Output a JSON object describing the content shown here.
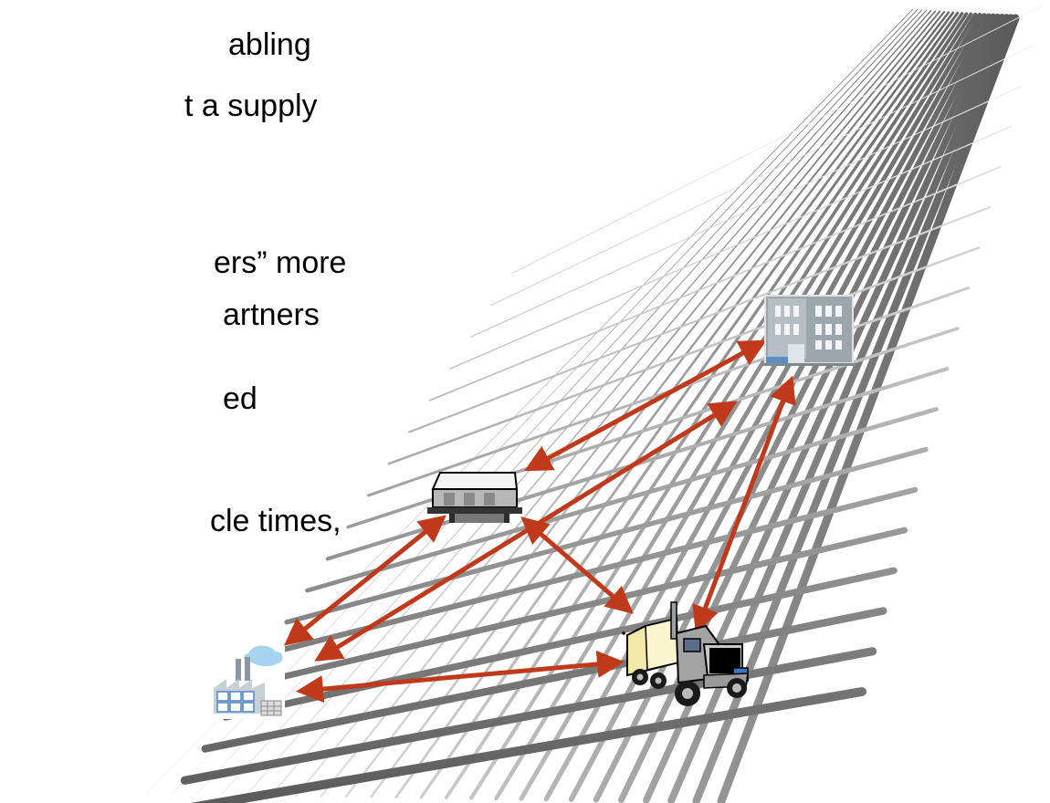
{
  "text_lines": [
    "abling",
    "t a supply",
    "ers” more",
    "artners",
    "ed",
    "cle times,"
  ],
  "colors": {
    "arrow": "#c0391a",
    "grid_dark": "#5e5e5e",
    "grid_light": "#d2d2d2",
    "text": "#000000"
  },
  "nodes": [
    {
      "id": "office",
      "icon": "office-building-icon"
    },
    {
      "id": "warehouse",
      "icon": "warehouse-icon"
    },
    {
      "id": "factory",
      "icon": "factory-icon"
    },
    {
      "id": "truck",
      "icon": "semi-truck-icon"
    }
  ],
  "links": [
    {
      "from": "warehouse",
      "to": "office"
    },
    {
      "from": "factory",
      "to": "office"
    },
    {
      "from": "factory",
      "to": "warehouse"
    },
    {
      "from": "warehouse",
      "to": "truck"
    },
    {
      "from": "factory",
      "to": "truck"
    },
    {
      "from": "truck",
      "to": "office"
    }
  ]
}
